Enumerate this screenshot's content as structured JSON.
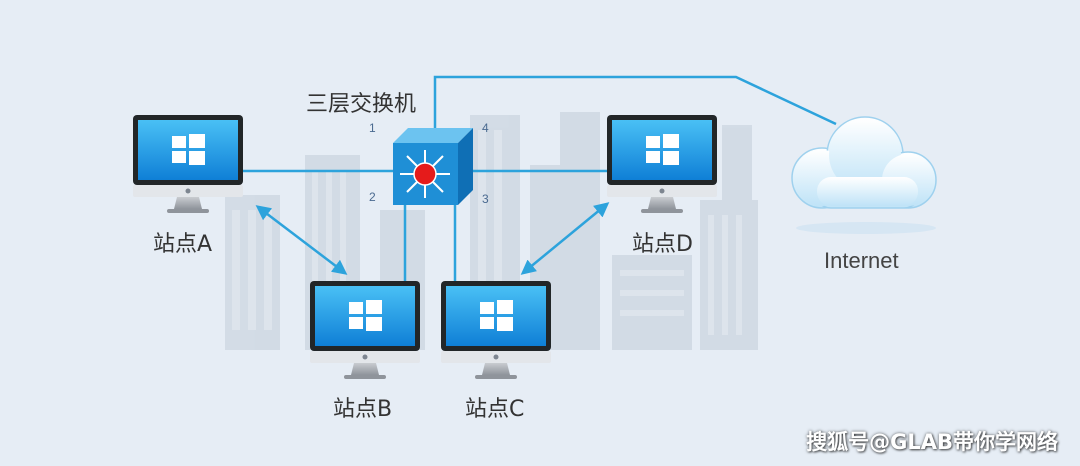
{
  "switch": {
    "title": "三层交换机",
    "ports": [
      "1",
      "2",
      "3",
      "4"
    ]
  },
  "sites": [
    {
      "id": "A",
      "label": "站点A"
    },
    {
      "id": "B",
      "label": "站点B"
    },
    {
      "id": "C",
      "label": "站点C"
    },
    {
      "id": "D",
      "label": "站点D"
    }
  ],
  "internet": {
    "label": "Internet"
  },
  "watermark": "搜狐号@GLAB带你学网络",
  "colors": {
    "background": "#e6edf5",
    "link": "#2da3dc",
    "switch_face": "#1f8fd6",
    "switch_core": "#e51b1b",
    "screen": "#1d9ae5",
    "city": "#cfd8e3"
  }
}
